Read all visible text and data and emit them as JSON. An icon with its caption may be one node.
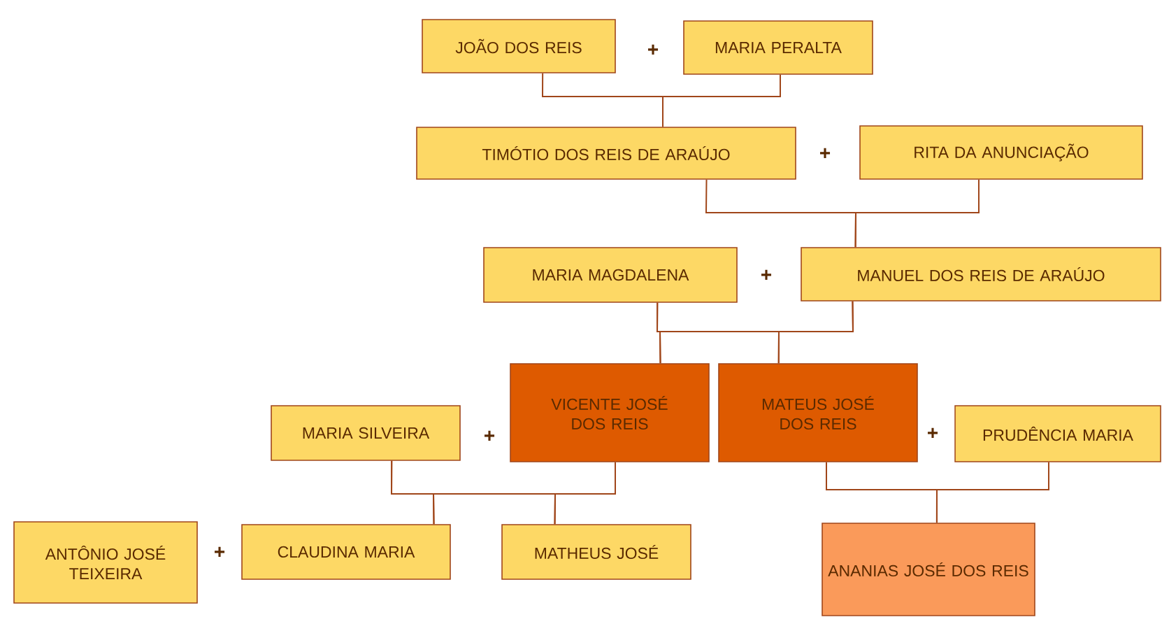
{
  "diagram": {
    "nodes": [
      {
        "text": [
          "JOÃO DOS REIS"
        ]
      },
      {
        "text": [
          "MARIA PERALTA"
        ]
      },
      {
        "text": [
          "TIMÓTIO DOS REIS DE ARAÚJO"
        ]
      },
      {
        "text": [
          "RITA DA ANUNCIAÇÃO"
        ]
      },
      {
        "text": [
          "MARIA MAGDALENA"
        ]
      },
      {
        "text": [
          "MANUEL DOS REIS DE ARAÚJO"
        ]
      },
      {
        "text": [
          "VICENTE JOSÉ DOS REIS"
        ]
      },
      {
        "text": [
          "MATEUS JOSÉ DOS REIS"
        ]
      },
      {
        "text": [
          "MARIA SILVEIRA"
        ]
      },
      {
        "text": [
          "PRUDÊNCIA MARIA"
        ]
      },
      {
        "text": [
          "ANTÔNIO JOSÉ TEIXEIRA"
        ]
      },
      {
        "text": [
          "CLAUDINA MARIA"
        ]
      },
      {
        "text": [
          "MATHEUS JOSÉ"
        ]
      },
      {
        "text": [
          "ANANIAS JOSÉ DOS REIS"
        ]
      }
    ],
    "edges": [
      {
        "from": 0,
        "to": 2,
        "arrow": "none"
      },
      {
        "from": 1,
        "to": 2,
        "arrow": "none"
      },
      {
        "from": 2,
        "to": 5,
        "arrow": "none"
      },
      {
        "from": 3,
        "to": 5,
        "arrow": "none"
      },
      {
        "from": 4,
        "to": 6,
        "arrow": "none"
      },
      {
        "from": 4,
        "to": 7,
        "arrow": "none"
      },
      {
        "from": 5,
        "to": 6,
        "arrow": "none"
      },
      {
        "from": 5,
        "to": 7,
        "arrow": "none"
      },
      {
        "from": 8,
        "to": 11,
        "arrow": "none"
      },
      {
        "from": 8,
        "to": 12,
        "arrow": "none"
      },
      {
        "from": 6,
        "to": 11,
        "arrow": "none"
      },
      {
        "from": 6,
        "to": 12,
        "arrow": "none"
      },
      {
        "from": 7,
        "to": 13,
        "arrow": "none"
      },
      {
        "from": 9,
        "to": 13,
        "arrow": "none"
      }
    ],
    "labels": [
      "+",
      "+",
      "+",
      "+",
      "+",
      "+"
    ]
  }
}
